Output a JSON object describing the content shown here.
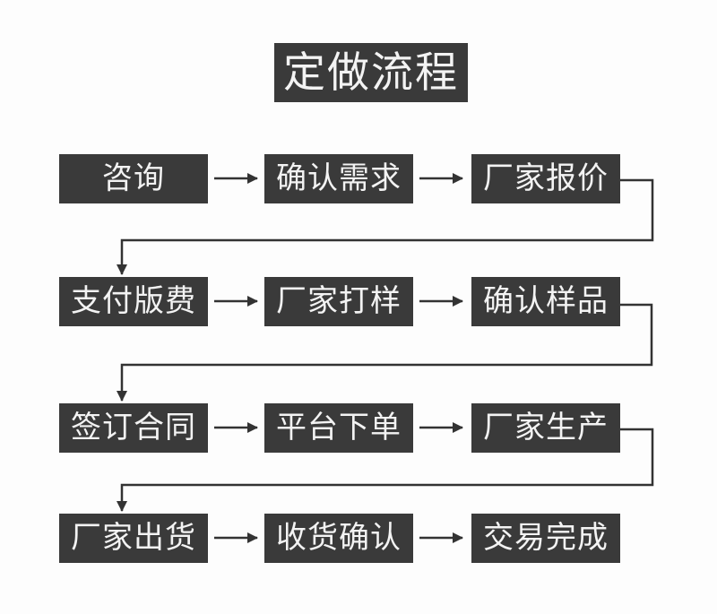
{
  "title": "定做流程",
  "flow": {
    "rows": [
      {
        "steps": [
          {
            "label": "咨询"
          },
          {
            "label": "确认需求"
          },
          {
            "label": "厂家报价"
          }
        ]
      },
      {
        "steps": [
          {
            "label": "支付版费"
          },
          {
            "label": "厂家打样"
          },
          {
            "label": "确认样品"
          }
        ]
      },
      {
        "steps": [
          {
            "label": "签订合同"
          },
          {
            "label": "平台下单"
          },
          {
            "label": "厂家生产"
          }
        ]
      },
      {
        "steps": [
          {
            "label": "厂家出货"
          },
          {
            "label": "收货确认"
          },
          {
            "label": "交易完成"
          }
        ]
      }
    ]
  },
  "colors": {
    "box_bg": "#3a3a3a",
    "box_text": "#f3f3f3",
    "connector": "#333333",
    "background": "#fdfdfd"
  }
}
